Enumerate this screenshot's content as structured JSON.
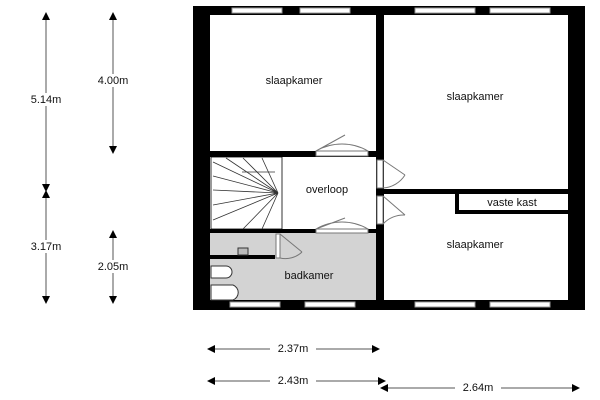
{
  "rooms": {
    "bedroom_top_left": "slaapkamer",
    "bedroom_top_right": "slaapkamer",
    "bedroom_bottom_right": "slaapkamer",
    "landing": "overloop",
    "closet": "vaste kast",
    "bathroom": "badkamer"
  },
  "dimensions": {
    "left_total_upper": "5.14m",
    "left_total_lower": "3.17m",
    "inner_upper": "4.00m",
    "inner_lower": "2.05m",
    "bottom_a": "2.37m",
    "bottom_b": "2.43m",
    "bottom_c": "2.64m"
  },
  "colors": {
    "wall": "#000000",
    "bathroom_fill": "#d3d3d3",
    "dimension_line": "#555555"
  }
}
